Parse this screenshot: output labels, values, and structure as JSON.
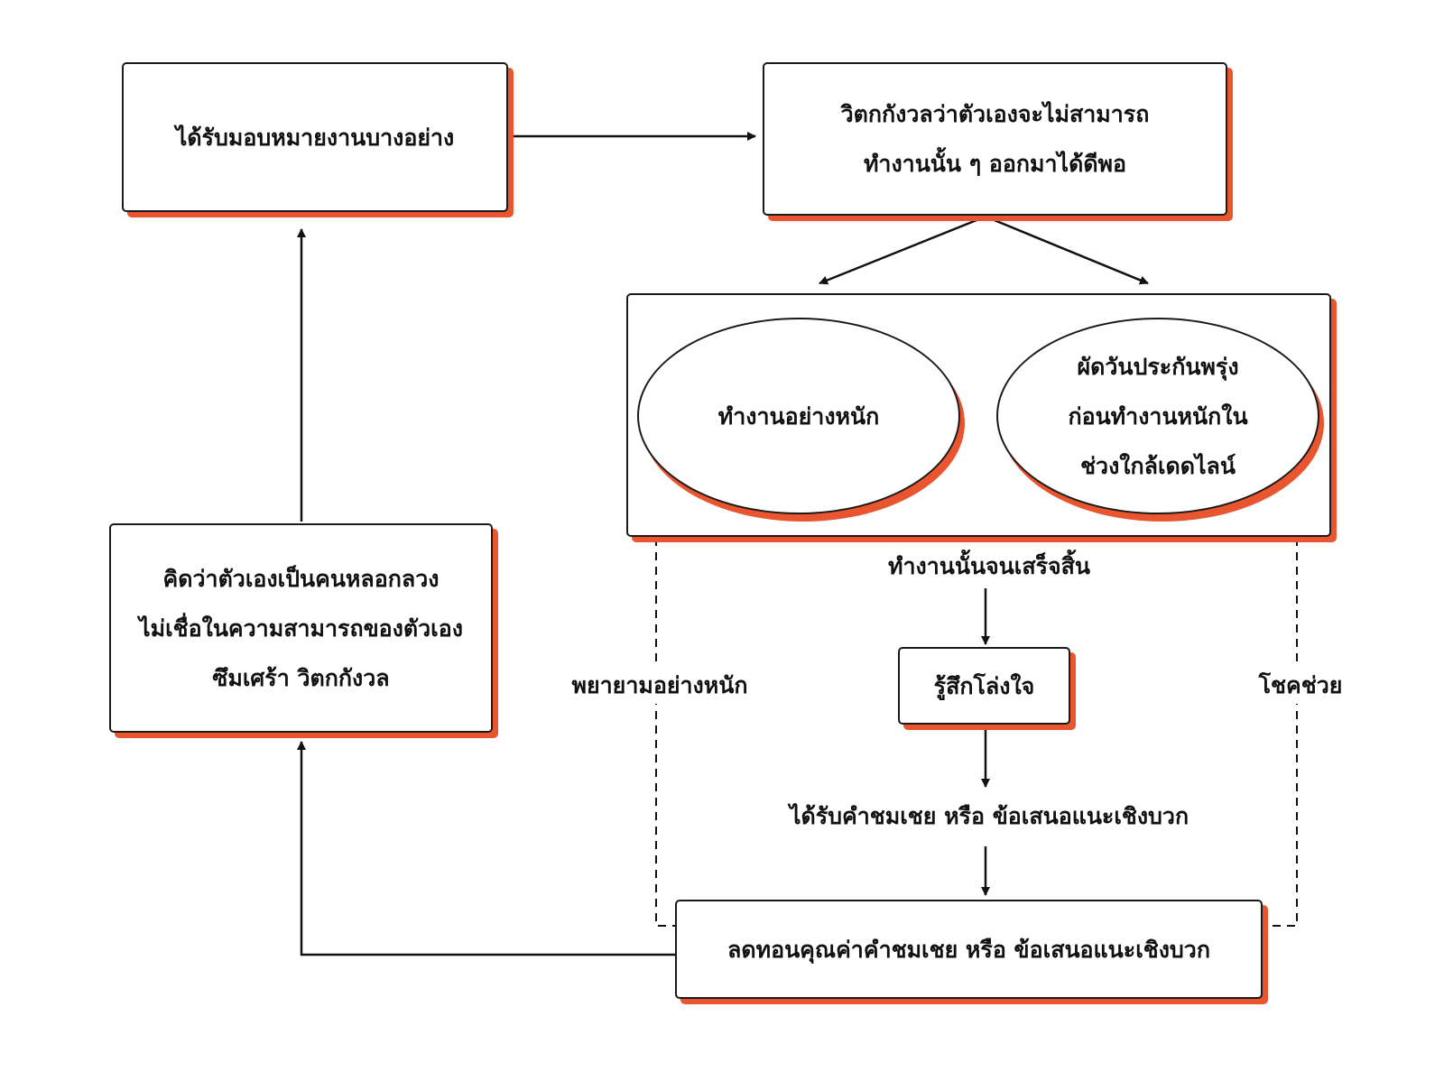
{
  "colors": {
    "outline": "#1a1a1a",
    "shadow_accent": "#e8552e",
    "background": "#ffffff"
  },
  "nodes": {
    "assigned_task": {
      "lines": [
        "ได้รับมอบหมายงานบางอย่าง"
      ]
    },
    "worry": {
      "lines": [
        "วิตกกังวลว่าตัวเองจะไม่สามารถ",
        "ทำงานนั้น ๆ ออกมาได้ดีพอ"
      ]
    },
    "work_hard": {
      "lines": [
        "ทำงานอย่างหนัก"
      ]
    },
    "procrastinate": {
      "lines": [
        "ผัดวันประกันพรุ่ง",
        "ก่อนทำงานหนักใน",
        "ช่วงใกล้เดดไลน์"
      ]
    },
    "relief": {
      "lines": [
        "รู้สึกโล่งใจ"
      ]
    },
    "discount": {
      "lines": [
        "ลดทอนคุณค่าคำชมเชย หรือ ข้อเสนอแนะเชิงบวก"
      ]
    },
    "impostor": {
      "lines": [
        "คิดว่าตัวเองเป็นคนหลอกลวง",
        "ไม่เชื่อในความสามารถของตัวเอง",
        "ซึมเศร้า วิตกกังวล"
      ]
    }
  },
  "labels": {
    "task_completed": "ทำงานนั้นจนเสร็จสิ้น",
    "praise_received": "ได้รับคำชมเชย หรือ ข้อเสนอแนะเชิงบวก",
    "tried_hard": "พยายามอย่างหนัก",
    "luck": "โชคช่วย"
  }
}
